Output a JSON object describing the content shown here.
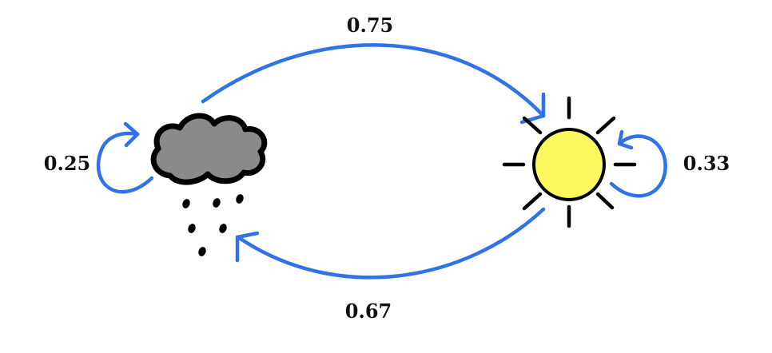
{
  "states": {
    "rainy": {
      "icon": "rain-cloud-icon"
    },
    "sunny": {
      "icon": "sun-icon"
    }
  },
  "transitions": {
    "rainy_to_sunny": "0.75",
    "sunny_to_rainy": "0.67",
    "rainy_to_rainy": "0.25",
    "sunny_to_sunny": "0.33"
  },
  "colors": {
    "arrow": "#2f73e6",
    "cloud_fill": "#8a8a8a",
    "cloud_outline": "#000000",
    "sun_fill": "#fcf85e",
    "sun_rays": "#000000",
    "text": "#111111"
  }
}
